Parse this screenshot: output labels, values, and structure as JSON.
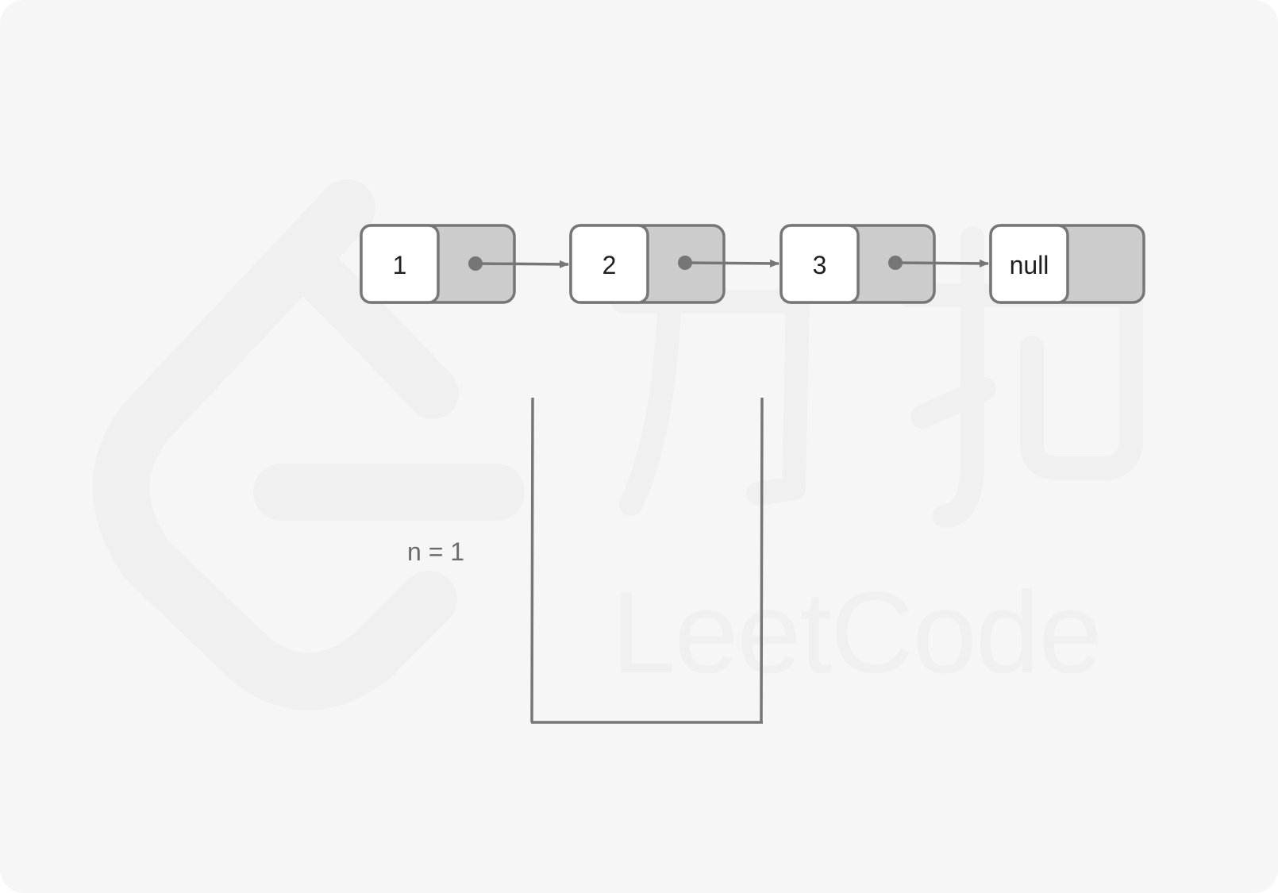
{
  "diagram": {
    "nodes": [
      {
        "value": "1"
      },
      {
        "value": "2"
      },
      {
        "value": "3"
      },
      {
        "value": "null"
      }
    ],
    "stack_label": "n = 1"
  },
  "watermark": {
    "text": "LeetCode",
    "chinese": "力扣"
  },
  "colors": {
    "background": "#f6f6f6",
    "node_border": "#767676",
    "node_value_fill": "#ffffff",
    "node_pointer_fill": "#cccccc",
    "arrow": "#767676",
    "watermark": "#f1f1f1"
  }
}
